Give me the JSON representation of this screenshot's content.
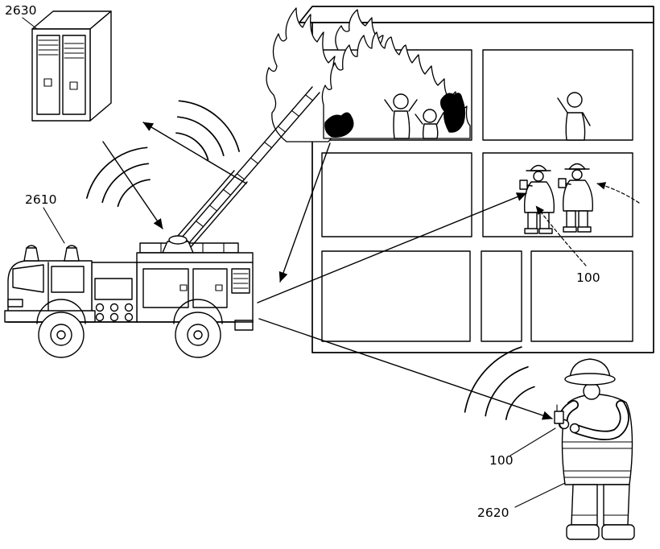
{
  "figure": {
    "background": "#ffffff",
    "line_color": "#000000",
    "labels": {
      "server_ref": "2630",
      "truck_ref": "2610",
      "indoor_device_ref": "100",
      "outdoor_device_ref": "100",
      "firefighter_ref": "2620"
    },
    "icons": {
      "server": "server-cabinet",
      "truck": "fire-truck-with-aerial-ladder",
      "building": "burning-building",
      "flames": "fire",
      "trapped_people": "people-waving-for-help",
      "indoor_firefighters": "two-firefighters-with-devices",
      "outdoor_firefighter": "firefighter-with-handheld-device",
      "wireless": "radio-signal-arcs"
    }
  }
}
